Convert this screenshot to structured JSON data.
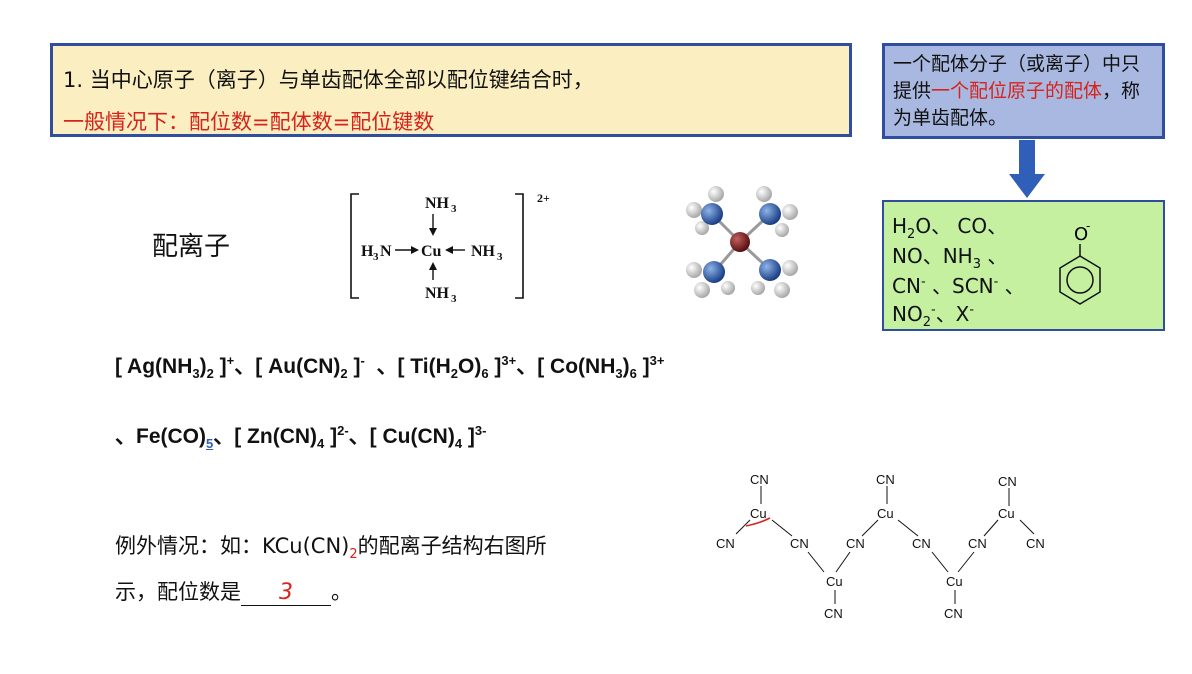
{
  "box1": {
    "line1": "1. 当中心原子（离子）与单齿配体全部以配位键结合时，",
    "line2": "一般情况下：配位数=配体数=配位键数"
  },
  "box2": {
    "part1": "一个配体分子（或离子）中只提供",
    "part2_red": "一个配位原子的配体",
    "part3": "，称为单齿配体。"
  },
  "box3": {
    "row1": "H₂O、 CO、",
    "row2": "NO、NH₃ 、",
    "row3": "CN⁻ 、SCN⁻ 、",
    "row4": "NO₂⁻、X⁻",
    "phenoxide": "O⁻"
  },
  "complex_label": "配离子",
  "cu_complex": {
    "top": "NH",
    "left": "H",
    "left_n": "N",
    "center": "Cu",
    "right": "NH",
    "bottom": "NH",
    "charge": "2+"
  },
  "formulas": {
    "ag": "[ Ag(NH",
    "au": "[ Au(CN)",
    "ti": "[ Ti(H",
    "co": "[ Co(NH",
    "fe": "、Fe(CO)",
    "fe_sub": "5",
    "zn": "[ Zn(CN)",
    "cu": "[ Cu(CN)"
  },
  "exception": {
    "line1": "例外情况：如：KCu(CN)",
    "line1_sub": "2",
    "line1_end": "的配离子结构右图所",
    "line2_start": "示，配位数是",
    "line2_end": "。",
    "handwritten": "3"
  },
  "chain": {
    "cn": "CN",
    "cu": "Cu"
  }
}
